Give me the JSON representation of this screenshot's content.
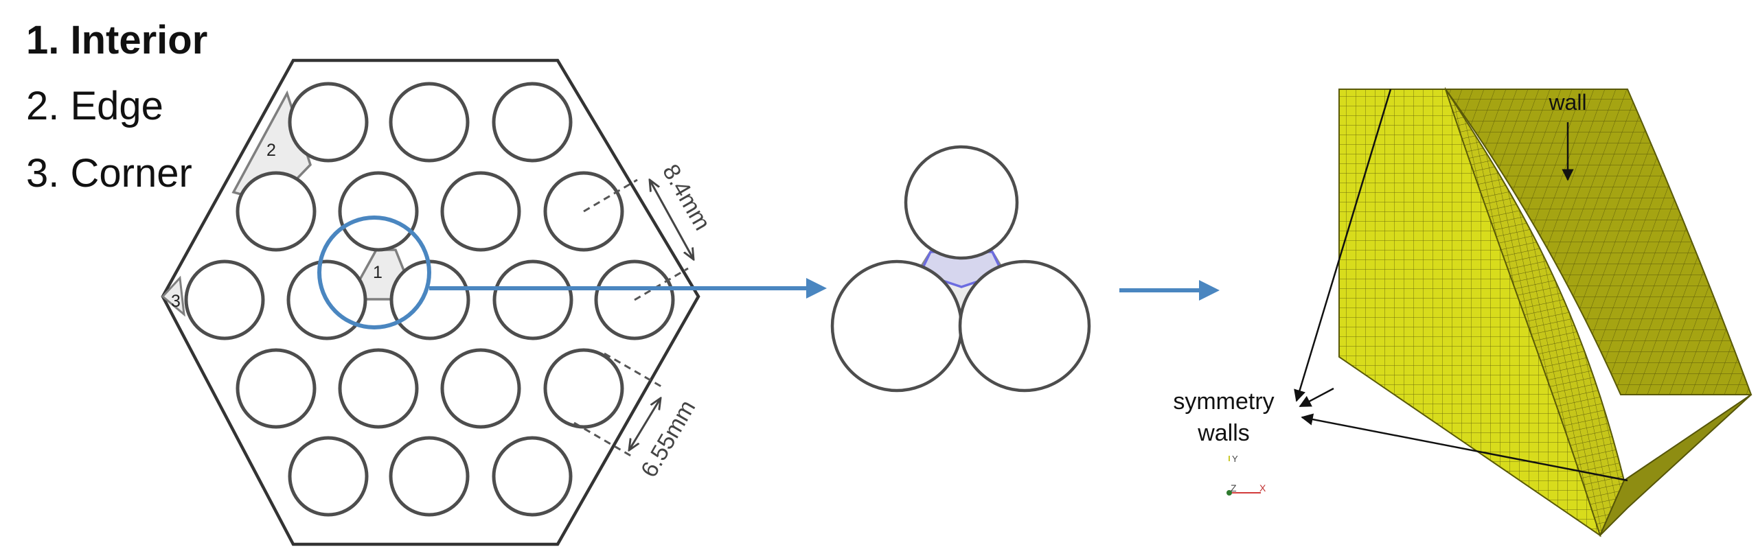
{
  "legend": {
    "item1": "1. Interior",
    "item2": "2. Edge",
    "item3": "3. Corner"
  },
  "bundle": {
    "subchannel_interior": "1",
    "subchannel_edge": "2",
    "subchannel_corner": "3",
    "dim_pitch": "8.4mm",
    "dim_diameter": "6.55mm"
  },
  "mesh": {
    "wall_label": "wall",
    "symmetry_label_line1": "symmetry",
    "symmetry_label_line2": "walls",
    "axis_y": "Y",
    "axis_z": "Z",
    "axis_x": "X"
  },
  "colors": {
    "rod_stroke": "#4d4d4d",
    "highlight_circle": "#4a86c0",
    "arrow": "#4a86c0",
    "subchannel_fill": "#ececec",
    "wall_fill": "#d7d7bf",
    "mesh_yellow": "#d8dc1c",
    "mesh_line": "#6f6f0c"
  }
}
